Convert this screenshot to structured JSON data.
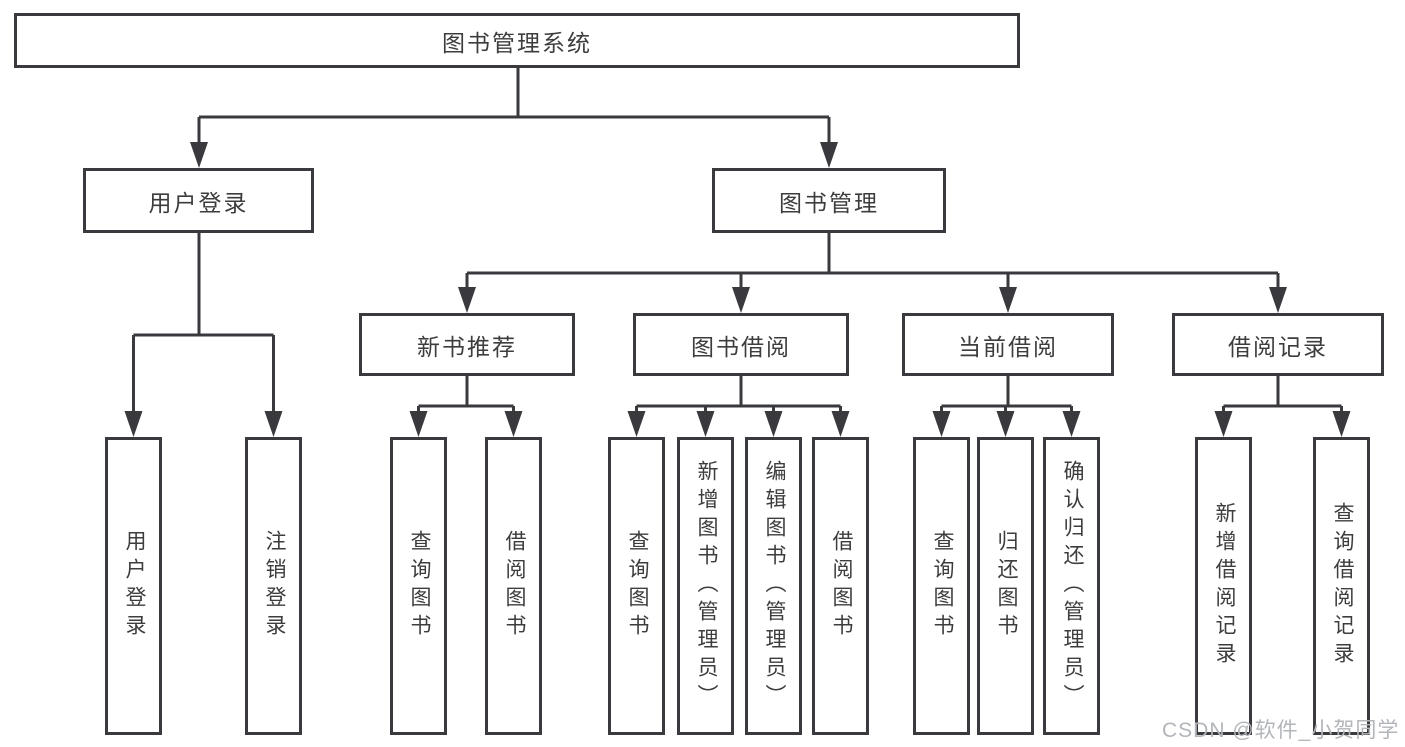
{
  "tree": {
    "label": "图书管理系统",
    "children": [
      {
        "label": "用户登录",
        "children": [
          {
            "label": "用户登录"
          },
          {
            "label": "注销登录"
          }
        ]
      },
      {
        "label": "图书管理",
        "children": [
          {
            "label": "新书推荐",
            "children": [
              {
                "label": "查询图书"
              },
              {
                "label": "借阅图书"
              }
            ]
          },
          {
            "label": "图书借阅",
            "children": [
              {
                "label": "查询图书"
              },
              {
                "label": "新增图书（管理员）"
              },
              {
                "label": "编辑图书（管理员）"
              },
              {
                "label": "借阅图书"
              }
            ]
          },
          {
            "label": "当前借阅",
            "children": [
              {
                "label": "查询图书"
              },
              {
                "label": "归还图书"
              },
              {
                "label": "确认归还（管理员）"
              }
            ]
          },
          {
            "label": "借阅记录",
            "children": [
              {
                "label": "新增借阅记录"
              },
              {
                "label": "查询借阅记录"
              }
            ]
          }
        ]
      }
    ]
  },
  "watermark": {
    "text": "CSDN @软件_小贺同学"
  },
  "colors": {
    "line": "#3a3a3e",
    "text": "#3d3d3d",
    "watermark": "#b2b5ba",
    "background": "#ffffff"
  }
}
